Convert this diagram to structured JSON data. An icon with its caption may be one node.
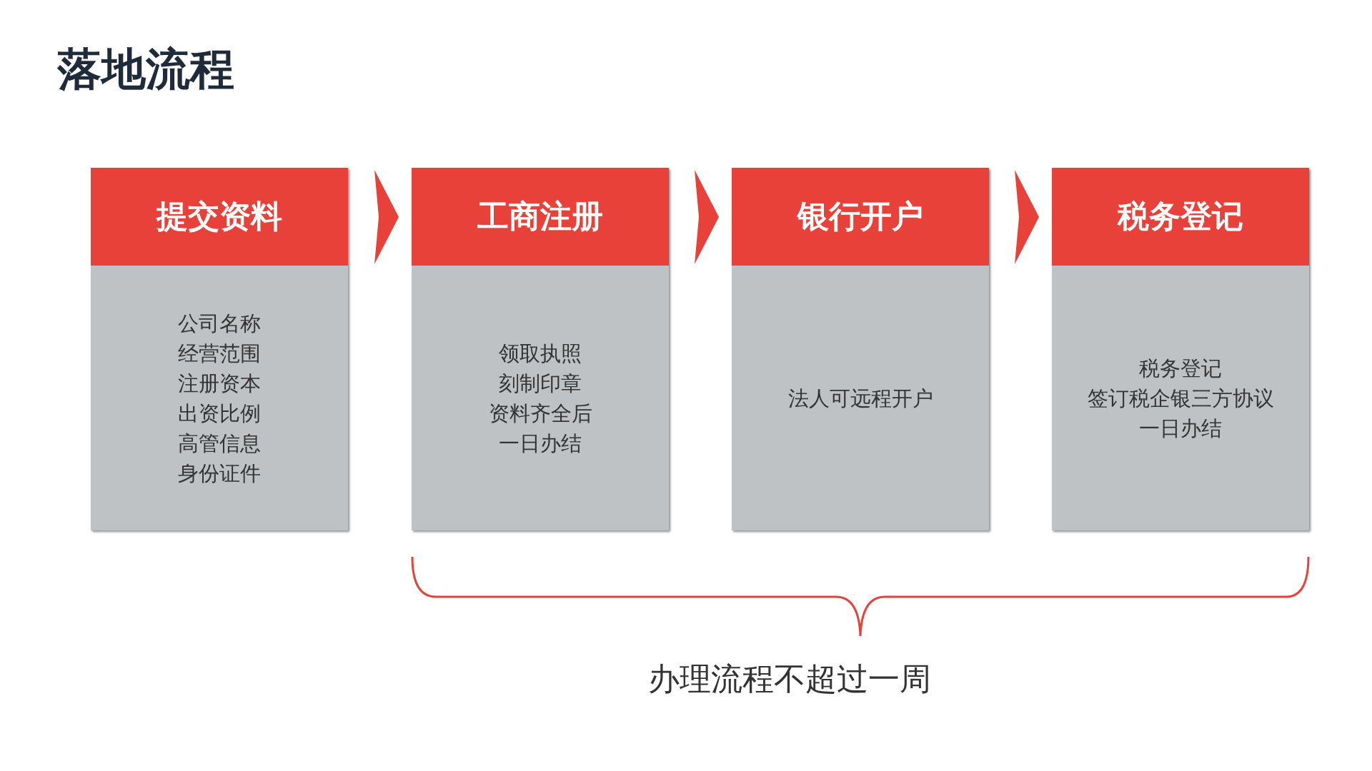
{
  "diagram": {
    "title": "落地流程",
    "nodes": [
      {
        "text": [
          "提交资料",
          "公司名称",
          "经营范围",
          "注册资本",
          "出资比例",
          "高管信息",
          "身份证件"
        ]
      },
      {
        "text": [
          "工商注册",
          "领取执照",
          "刻制印章",
          "资料齐全后",
          "一日办结"
        ]
      },
      {
        "text": [
          "银行开户",
          "法人可远程开户"
        ]
      },
      {
        "text": [
          "税务登记",
          "税务登记",
          "签订税企银三方协议",
          "一日办结"
        ]
      }
    ],
    "edges": [
      {
        "from": 0,
        "to": 1,
        "arrow": "to"
      },
      {
        "from": 1,
        "to": 2,
        "arrow": "to"
      },
      {
        "from": 2,
        "to": 3,
        "arrow": "to"
      }
    ],
    "labels": [
      "办理流程不超过一周"
    ]
  }
}
